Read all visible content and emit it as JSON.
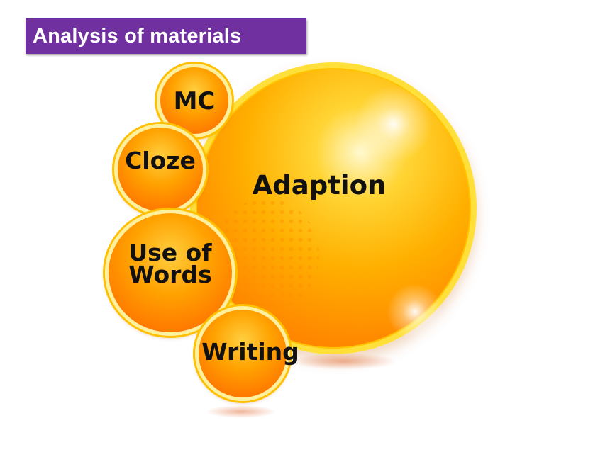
{
  "title": "Analysis of materials",
  "diagram": {
    "main": "Adaption",
    "items": [
      {
        "label_line1": "MC",
        "label_line2": ""
      },
      {
        "label_line1": "Cloze",
        "label_line2": ""
      },
      {
        "label_line1": "Use of",
        "label_line2": "Words"
      },
      {
        "label_line1": "Writing",
        "label_line2": ""
      }
    ]
  }
}
